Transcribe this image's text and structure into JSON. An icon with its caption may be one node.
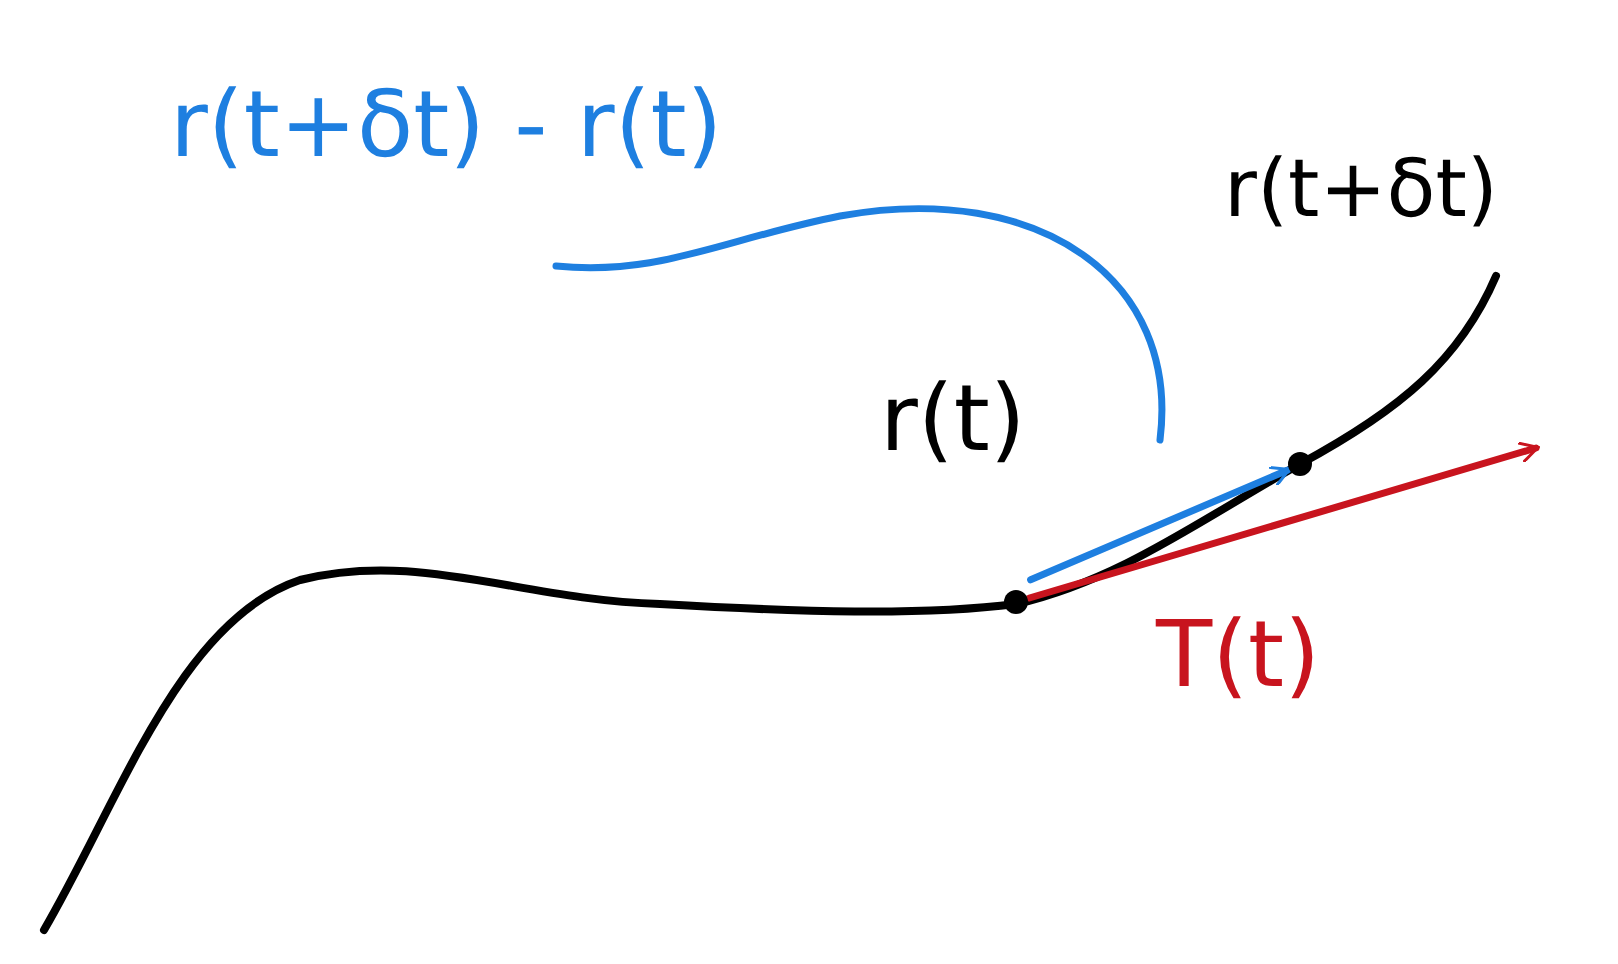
{
  "diagram": {
    "nodes": [
      {
        "text": [],
        "shape": "circle",
        "beside": [
          "r(t)"
        ]
      },
      {
        "text": [],
        "shape": "circle",
        "beside": [
          "r(t+δt)"
        ]
      },
      {
        "text": [
          "r(t+δt) - r(t)"
        ]
      }
    ],
    "edges": [
      {
        "from": 0,
        "to": 1,
        "arrow": "to",
        "color": "#1e7fe0"
      },
      {
        "from": 0,
        "to": null,
        "arrow": "to",
        "label": "T(t)",
        "color": "#c8141e"
      },
      {
        "from": 2,
        "to": null,
        "arrow": "none",
        "color": "#1e7fe0"
      }
    ]
  }
}
